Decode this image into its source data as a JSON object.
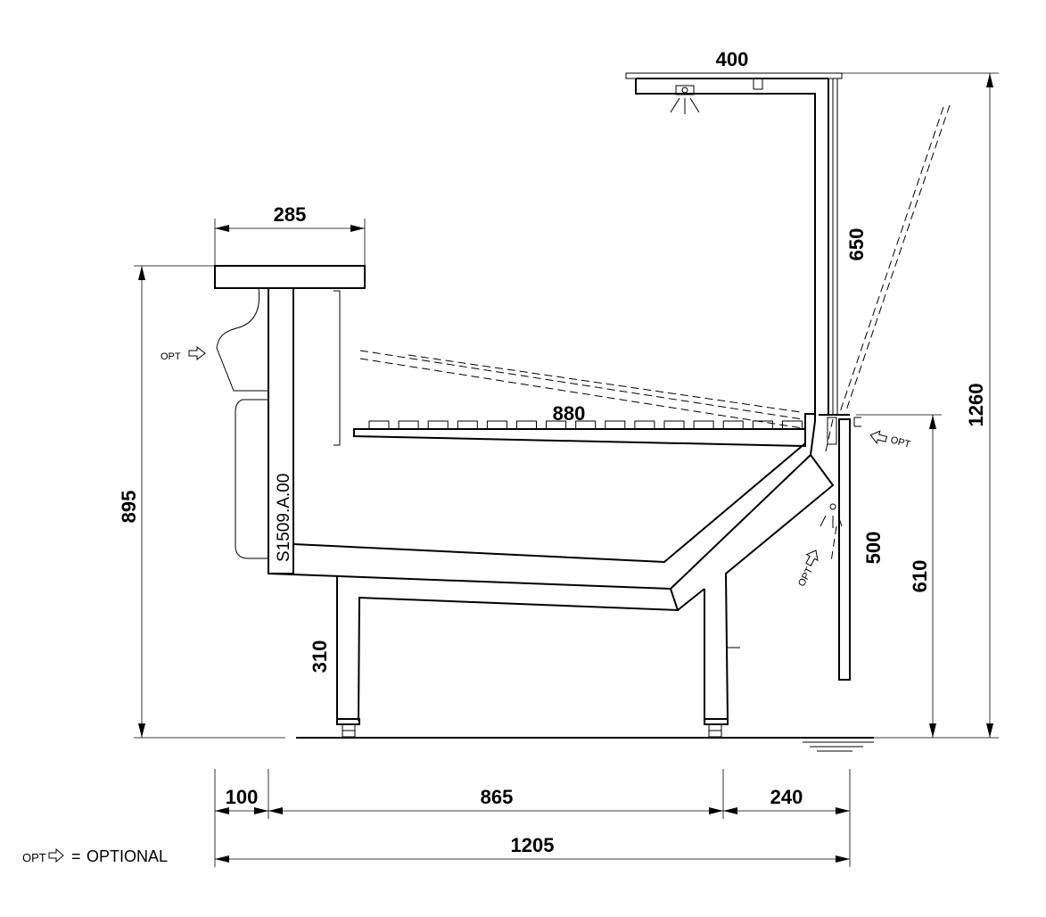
{
  "dimensions": {
    "canopy_depth": "400",
    "canopy_height": "650",
    "total_height": "1260",
    "top_shelf_depth": "285",
    "front_height": "895",
    "display_deck_depth": "880",
    "rear_panel_height": "500",
    "rear_height": "610",
    "leg_height": "310",
    "front_overhang": "100",
    "base_depth": "865",
    "rear_depth": "240",
    "total_depth": "1205"
  },
  "drawing_code": "S1509.A.00",
  "optional_marker": "OPT",
  "legend": {
    "marker": "OPT",
    "equals": "=",
    "meaning": "OPTIONAL"
  }
}
